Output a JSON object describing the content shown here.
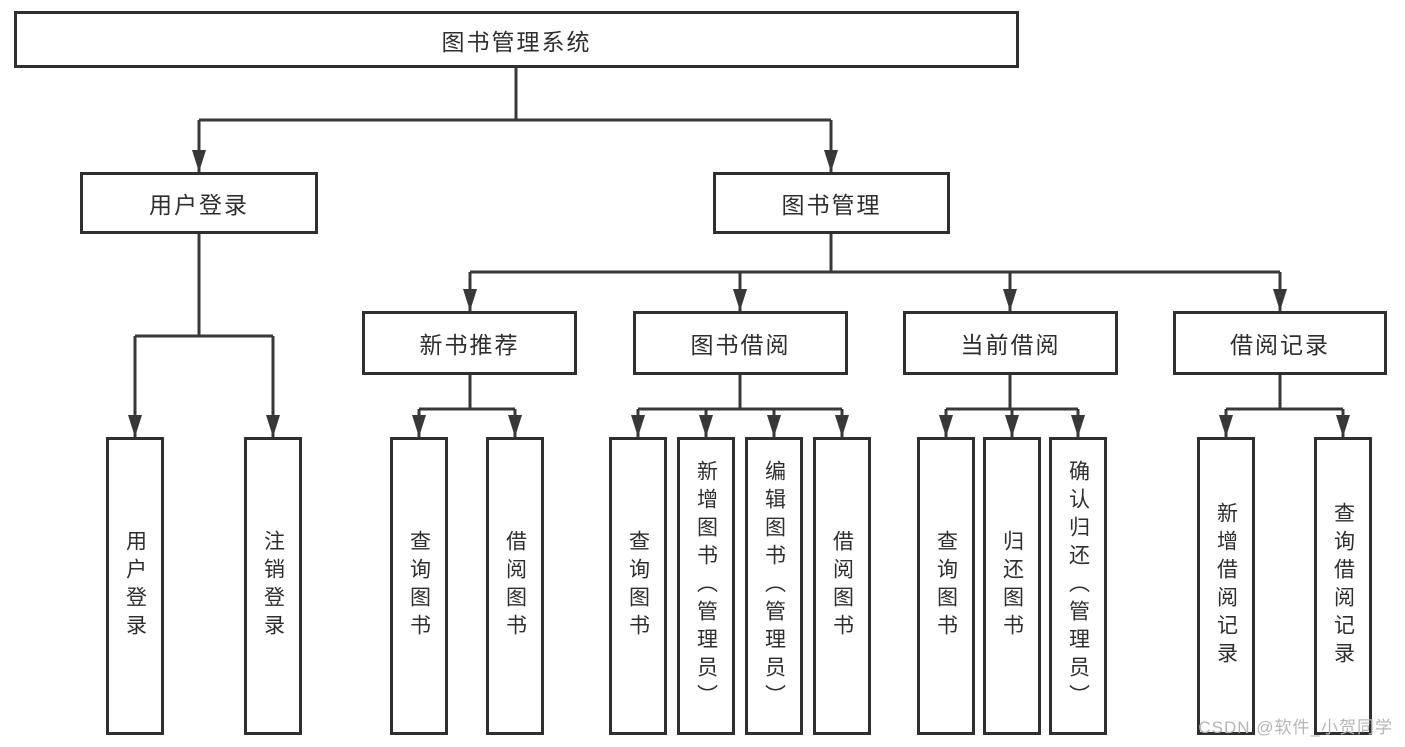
{
  "colors": {
    "line": "#383838",
    "border": "#2f2f2f",
    "text": "#2e2e2e",
    "watermark": "#b6b6b6"
  },
  "diagram": {
    "root": {
      "label": "图书管理系统"
    },
    "login_branch": {
      "label": "用户登录",
      "children": [
        {
          "label": "用户登录"
        },
        {
          "label": "注销登录"
        }
      ]
    },
    "mgmt_branch": {
      "label": "图书管理",
      "groups": [
        {
          "label": "新书推荐",
          "children": [
            {
              "label": "查询图书"
            },
            {
              "label": "借阅图书"
            }
          ]
        },
        {
          "label": "图书借阅",
          "children": [
            {
              "label": "查询图书"
            },
            {
              "label": "新增图书（管理员）"
            },
            {
              "label": "编辑图书（管理员）"
            },
            {
              "label": "借阅图书"
            }
          ]
        },
        {
          "label": "当前借阅",
          "children": [
            {
              "label": "查询图书"
            },
            {
              "label": "归还图书"
            },
            {
              "label": "确认归还（管理员）"
            }
          ]
        },
        {
          "label": "借阅记录",
          "children": [
            {
              "label": "新增借阅记录"
            },
            {
              "label": "查询借阅记录"
            }
          ]
        }
      ]
    }
  },
  "watermark": {
    "text": "CSDN @软件_小贺同学"
  }
}
